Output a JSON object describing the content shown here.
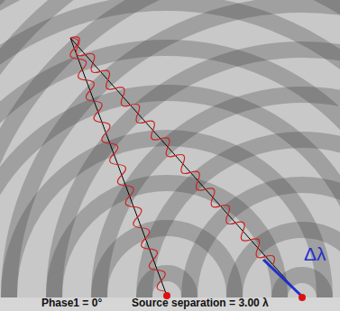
{
  "diagram": {
    "labels": [
      "Δλ",
      "Phase1 = 0°",
      "Source separation = 3.00 λ"
    ]
  }
}
